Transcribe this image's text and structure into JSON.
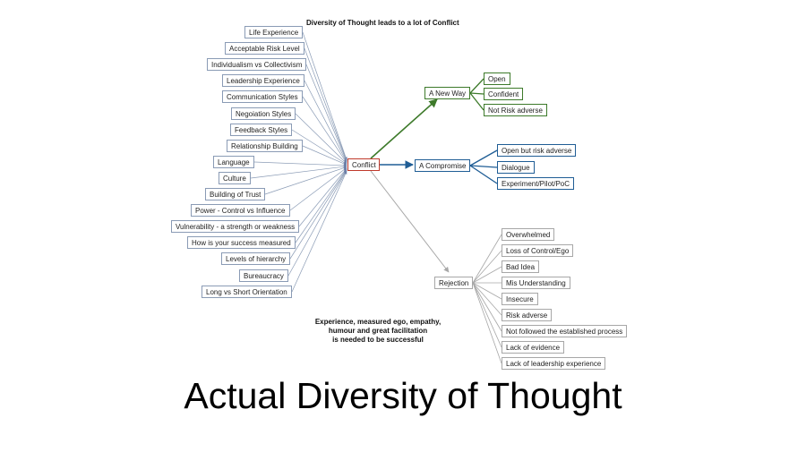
{
  "diagram_title": "Diversity of Thought leads to a lot of Conflict",
  "center_node": "Conflict",
  "factors": [
    "Life Experience",
    "Acceptable Risk Level",
    "Individualism vs Collectivism",
    "Leadership Experience",
    "Communication Styles",
    "Negoiation Styles",
    "Feedback Styles",
    "Relationship Building",
    "Language",
    "Culture",
    "Building of Trust",
    "Power - Control vs Influence",
    "Vulnerability - a strength or weakness",
    "How is your success measured",
    "Levels of hierarchy",
    "Bureaucracy",
    "Long vs Short Orientation"
  ],
  "outcomes": [
    {
      "label": "A New Way",
      "color": "#3d7a2a",
      "children": [
        "Open",
        "Confident",
        "Not Risk adverse"
      ]
    },
    {
      "label": "A Compromise",
      "color": "#1f5d95",
      "children": [
        "Open but risk adverse",
        "Dialogue",
        "Experiment/Pilot/PoC"
      ]
    },
    {
      "label": "Rejection",
      "color": "#a7a7a7",
      "children": [
        "Overwhelmed",
        "Loss of Control/Ego",
        "Bad Idea",
        "Mis Understanding",
        "Insecure",
        "Risk adverse",
        "Not followed the established process",
        "Lack of evidence",
        "Lack of leadership experience"
      ]
    }
  ],
  "note_lines": [
    "Experience, measured ego, empathy,",
    "humour and great facilitation",
    "is needed to be successful"
  ],
  "slide_caption": "Actual Diversity of Thought"
}
